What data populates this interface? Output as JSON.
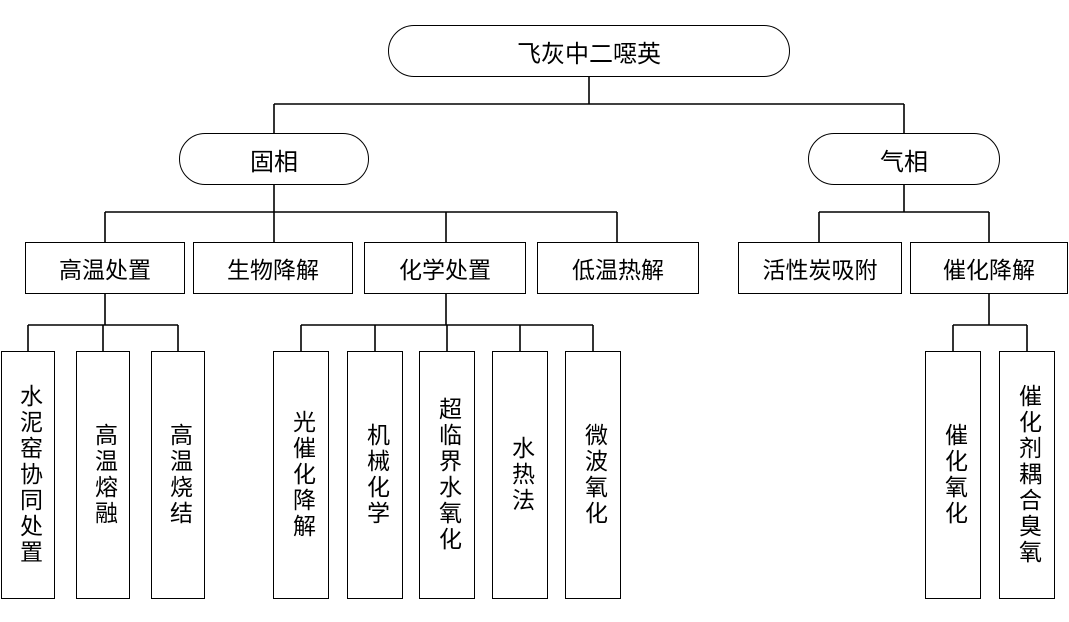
{
  "root": {
    "label": "飞灰中二噁英"
  },
  "branches": [
    {
      "label": "固相",
      "categories": [
        {
          "label": "高温处置",
          "methods": [
            "水泥窑协同处置",
            "高温熔融",
            "高温烧结"
          ]
        },
        {
          "label": "生物降解",
          "methods": []
        },
        {
          "label": "化学处置",
          "methods": [
            "光催化降解",
            "机械化学",
            "超临界水氧化",
            "水热法",
            "微波氧化"
          ]
        },
        {
          "label": "低温热解",
          "methods": []
        }
      ]
    },
    {
      "label": "气相",
      "categories": [
        {
          "label": "活性炭吸附",
          "methods": []
        },
        {
          "label": "催化降解",
          "methods": [
            "催化氧化",
            "催化剂耦合臭氧"
          ]
        }
      ]
    }
  ]
}
